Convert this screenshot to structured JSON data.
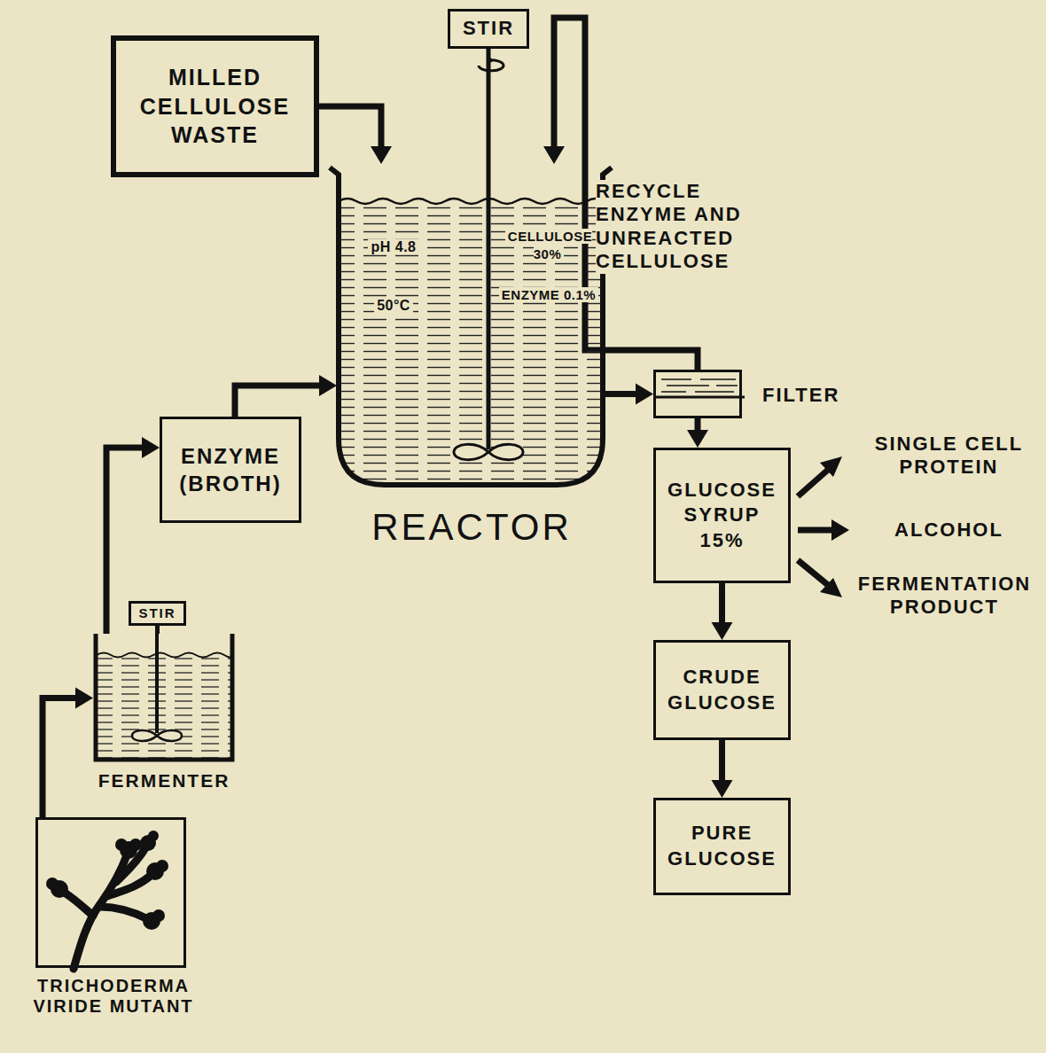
{
  "diagram": {
    "nodes": [
      {
        "text": [
          "MILLED CELLULOSE WASTE"
        ]
      },
      {
        "text": [
          "STIR"
        ]
      },
      {
        "text": [
          "pH 4.8",
          "CELLULOSE 30%",
          "50°C",
          "ENZYME 0.1%",
          "REACTOR"
        ]
      },
      {
        "text": [
          "ENZYME (BROTH)"
        ]
      },
      {
        "text": [
          "STIR"
        ]
      },
      {
        "text": [
          "FERMENTER"
        ]
      },
      {
        "text": [
          "TRICHODERMA VIRIDE MUTANT"
        ]
      },
      {
        "text": [
          "FILTER"
        ]
      },
      {
        "text": [
          "GLUCOSE SYRUP 15%"
        ]
      },
      {
        "text": [
          "CRUDE GLUCOSE"
        ]
      },
      {
        "text": [
          "PURE GLUCOSE"
        ]
      }
    ],
    "edges": [
      {
        "from": 0,
        "to": 2,
        "arrow": "to"
      },
      {
        "from": 1,
        "to": 2,
        "arrow": "none"
      },
      {
        "from": 6,
        "to": 5,
        "arrow": "to"
      },
      {
        "from": 4,
        "to": 5,
        "arrow": "none"
      },
      {
        "from": 5,
        "to": 3,
        "arrow": "to"
      },
      {
        "from": 3,
        "to": 2,
        "arrow": "to"
      },
      {
        "from": 2,
        "to": 7,
        "arrow": "to"
      },
      {
        "from": 7,
        "to": 2,
        "arrow": "to",
        "label": "RECYCLE ENZYME AND UNREACTED CELLULOSE"
      },
      {
        "from": 7,
        "to": 8,
        "arrow": "to"
      },
      {
        "from": 8,
        "to": 9,
        "arrow": "to"
      },
      {
        "from": 9,
        "to": 10,
        "arrow": "to"
      }
    ],
    "labels": [
      "SINGLE CELL PROTEIN",
      "ALCOHOL",
      "FERMENTATION PRODUCT"
    ]
  }
}
